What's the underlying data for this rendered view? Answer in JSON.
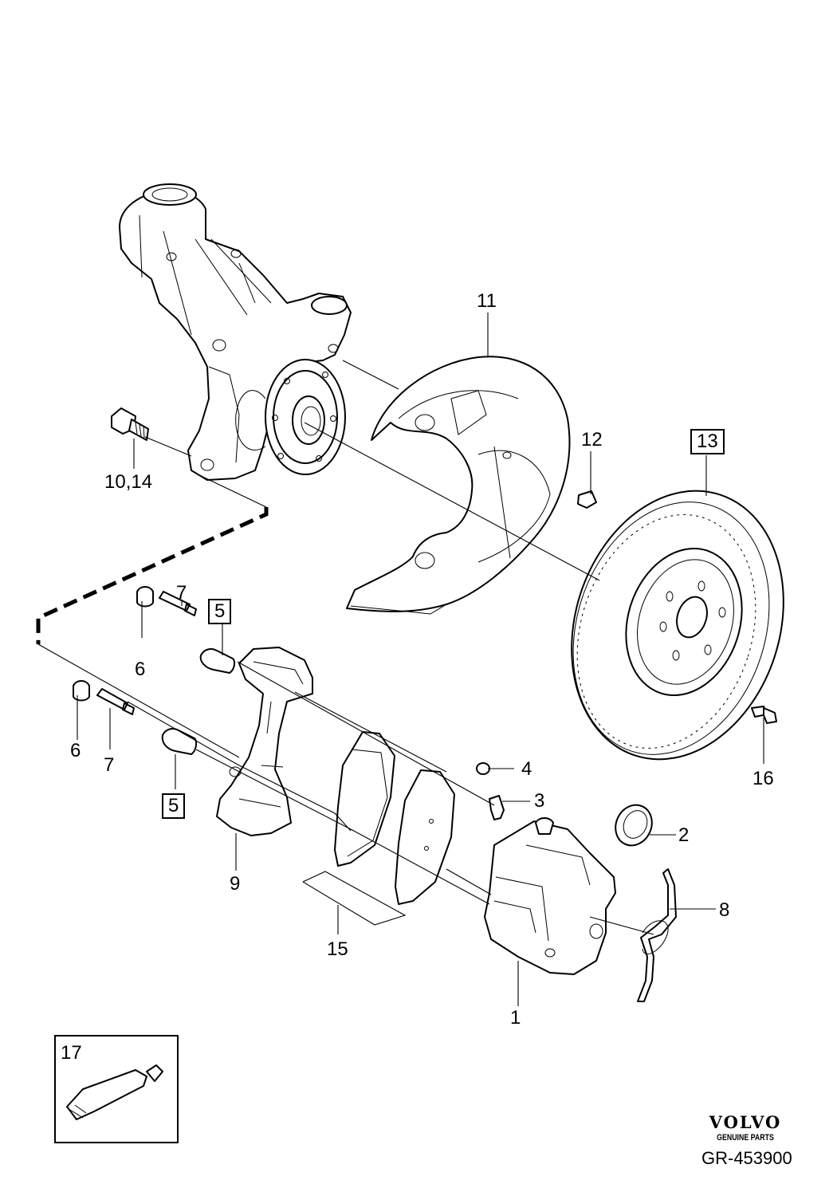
{
  "callouts": {
    "c1": "1",
    "c2": "2",
    "c3": "3",
    "c4": "4",
    "c5a": "5",
    "c5b": "5",
    "c6a": "6",
    "c6b": "6",
    "c7a": "7",
    "c7b": "7",
    "c8": "8",
    "c9": "9",
    "c10_14": "10,14",
    "c11": "11",
    "c12": "12",
    "c13": "13",
    "c15": "15",
    "c16": "16",
    "c17": "17"
  },
  "brand": {
    "name": "VOLVO",
    "subtitle": "GENUINE PARTS"
  },
  "diagram_code": "GR-453900"
}
